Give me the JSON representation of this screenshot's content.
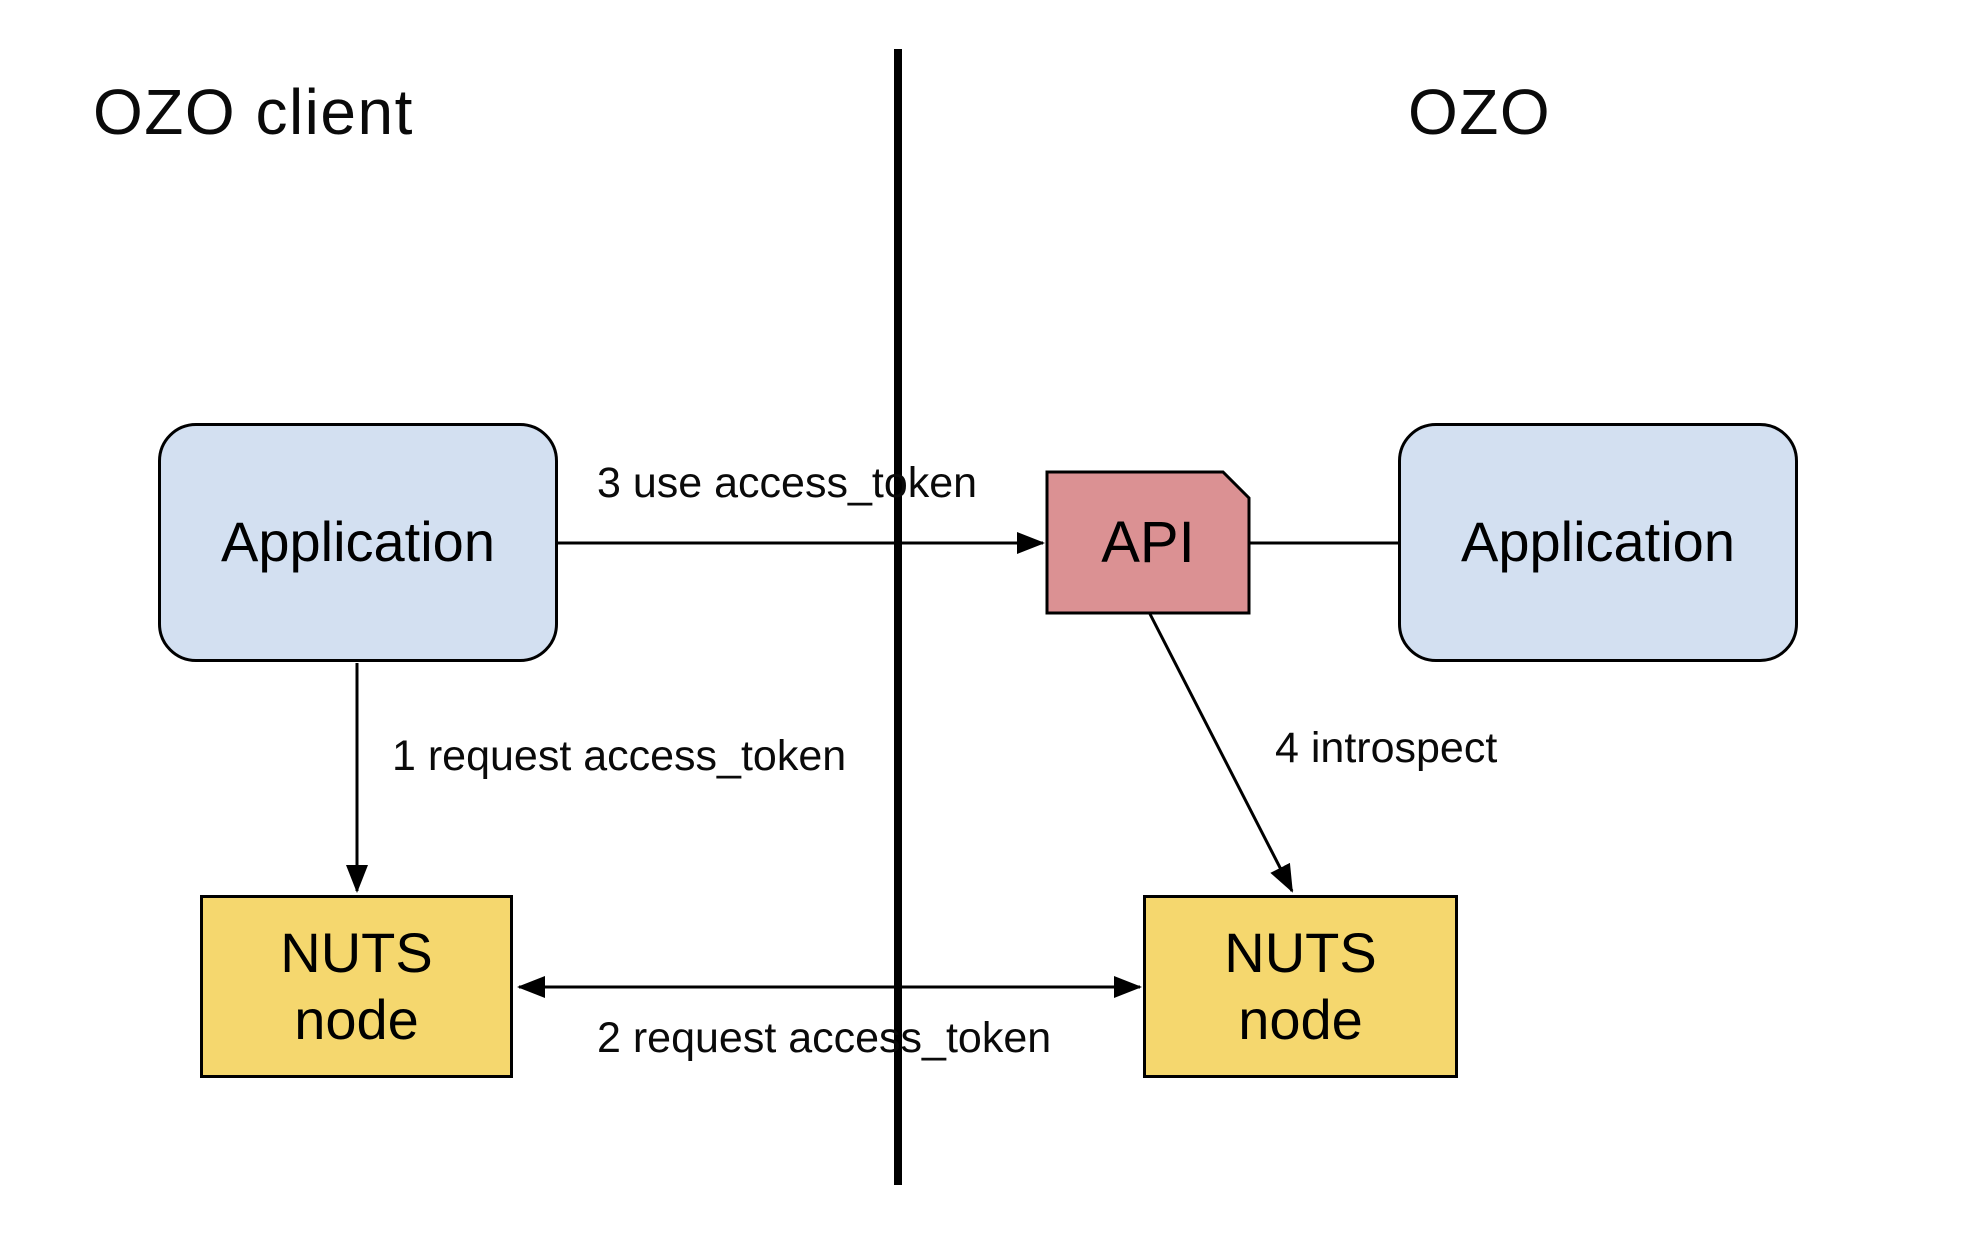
{
  "titles": {
    "left": "OZO client",
    "right": "OZO"
  },
  "nodes": {
    "left_application": {
      "label": "Application"
    },
    "right_application": {
      "label": "Application"
    },
    "api": {
      "label": "API"
    },
    "left_nuts": {
      "label": "NUTS\nnode"
    },
    "right_nuts": {
      "label": "NUTS\nnode"
    }
  },
  "edges": {
    "e1": {
      "label": "1 request access_token"
    },
    "e2": {
      "label": "2 request access_token"
    },
    "e3": {
      "label": "3 use access_token"
    },
    "e4": {
      "label": "4 introspect"
    }
  },
  "colors": {
    "application_fill": "#d3e0f1",
    "nuts_fill": "#f5d76e",
    "api_fill": "#db9193",
    "line": "#000000",
    "background": "#ffffff"
  }
}
